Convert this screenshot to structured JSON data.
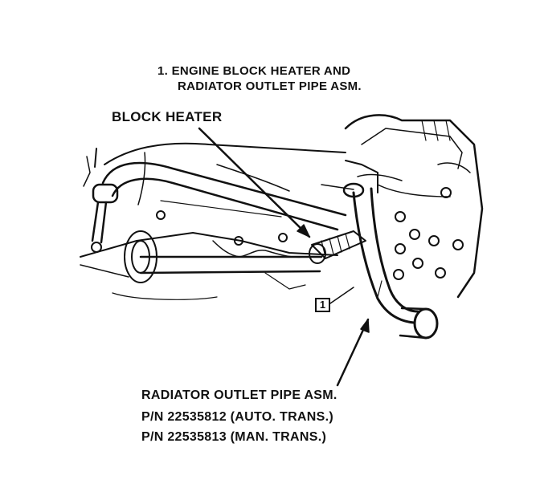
{
  "caption": {
    "line1": "1.  ENGINE BLOCK HEATER AND",
    "line2": "RADIATOR OUTLET PIPE ASM."
  },
  "labels": {
    "block_heater": "BLOCK HEATER",
    "callout_number": "1",
    "radiator_pipe": "RADIATOR OUTLET PIPE ASM.",
    "pn_auto": "P/N 22535812 (AUTO. TRANS.)",
    "pn_manual": "P/N 22535813 (MAN. TRANS.)"
  }
}
